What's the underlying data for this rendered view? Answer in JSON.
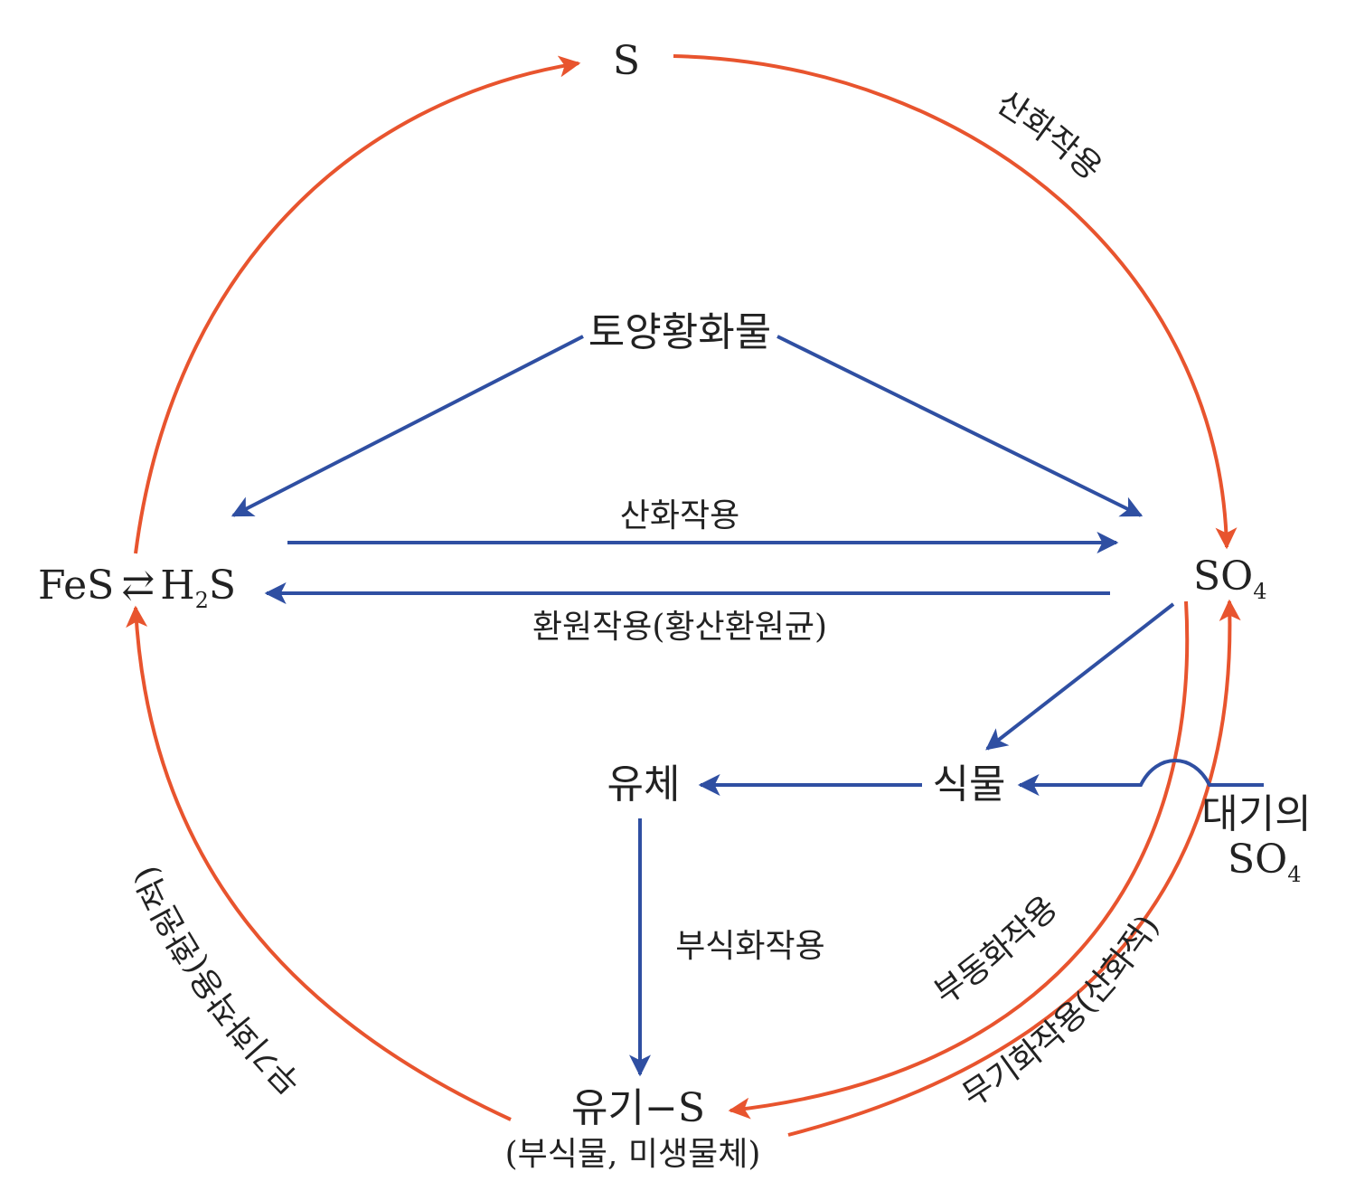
{
  "colors": {
    "red": "#e8542e",
    "blue": "#2f4fa2",
    "text": "#222222"
  },
  "nodes": {
    "s": "S",
    "fes": "FeS",
    "h2s_main": "H",
    "h2s_sub": "2",
    "h2s_tail": "S",
    "so4_main": "SO",
    "so4_sub": "4",
    "soil_sulfide": "토양황화물",
    "plant": "식물",
    "animal": "유체",
    "organic_s": "유기−S",
    "organic_s_note": "(부식물, 미생물체)",
    "atm_line1": "대기의",
    "atm_so4_main": "SO",
    "atm_so4_sub": "4"
  },
  "processes": {
    "oxidation_top": "산화작용",
    "oxidation_mid": "산화작용",
    "reduction_mid": "환원작용(황산환원균)",
    "humification": "부식화작용",
    "immobilization": "부동화작용",
    "mineralization_oxid": "무기화작용(산화적)",
    "mineralization_red": "무기화작용(환원적)"
  },
  "equilibrium_symbol": "⇄"
}
